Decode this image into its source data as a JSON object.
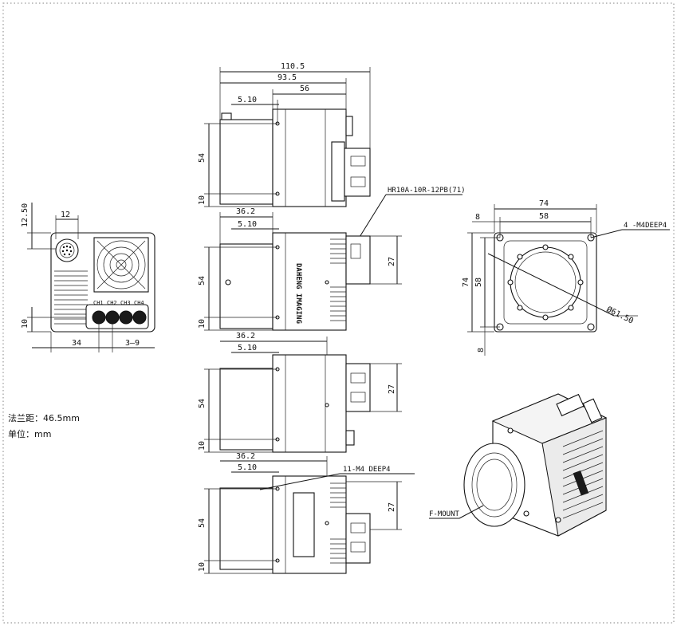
{
  "notes": {
    "flange": "法兰距：46.5mm",
    "unit": "单位：mm"
  },
  "labels": {
    "connector": "HR10A-10R-12PB(71)",
    "mount_holes": "4 -M4DEEP4",
    "side_holes": "11-M4 DEEP4",
    "mount": "F-MOUNT",
    "diameter": "Ø61.50"
  },
  "rear_view": {
    "dim_top_12": "12",
    "dim_left_12_50": "12.50",
    "dim_left_10": "10",
    "dim_bottom_34": "34",
    "dim_bottom_3_9": "3—9",
    "led_labels": [
      "CH1",
      "CH2",
      "CH3",
      "CH4"
    ]
  },
  "side_view_1": {
    "dim_110_5": "110.5",
    "dim_93_5": "93.5",
    "dim_56": "56",
    "dim_5_10": "5.10",
    "dim_54": "54",
    "dim_10": "10"
  },
  "side_view_2": {
    "dim_36_2": "36.2",
    "dim_5_10": "5.10",
    "dim_54": "54",
    "dim_10": "10",
    "dim_27": "27",
    "brand": "DAHENG IMAGING"
  },
  "side_view_3": {
    "dim_36_2": "36.2",
    "dim_5_10": "5.10",
    "dim_54": "54",
    "dim_10": "10",
    "dim_27": "27"
  },
  "side_view_4": {
    "dim_36_2": "36.2",
    "dim_5_10": "5.10",
    "dim_54": "54",
    "dim_10": "10",
    "dim_27": "27"
  },
  "front_view": {
    "dim_74_top": "74",
    "dim_58_top": "58",
    "dim_8_top": "8",
    "dim_74_left": "74",
    "dim_58_left": "58",
    "dim_8_bottom": "8"
  }
}
